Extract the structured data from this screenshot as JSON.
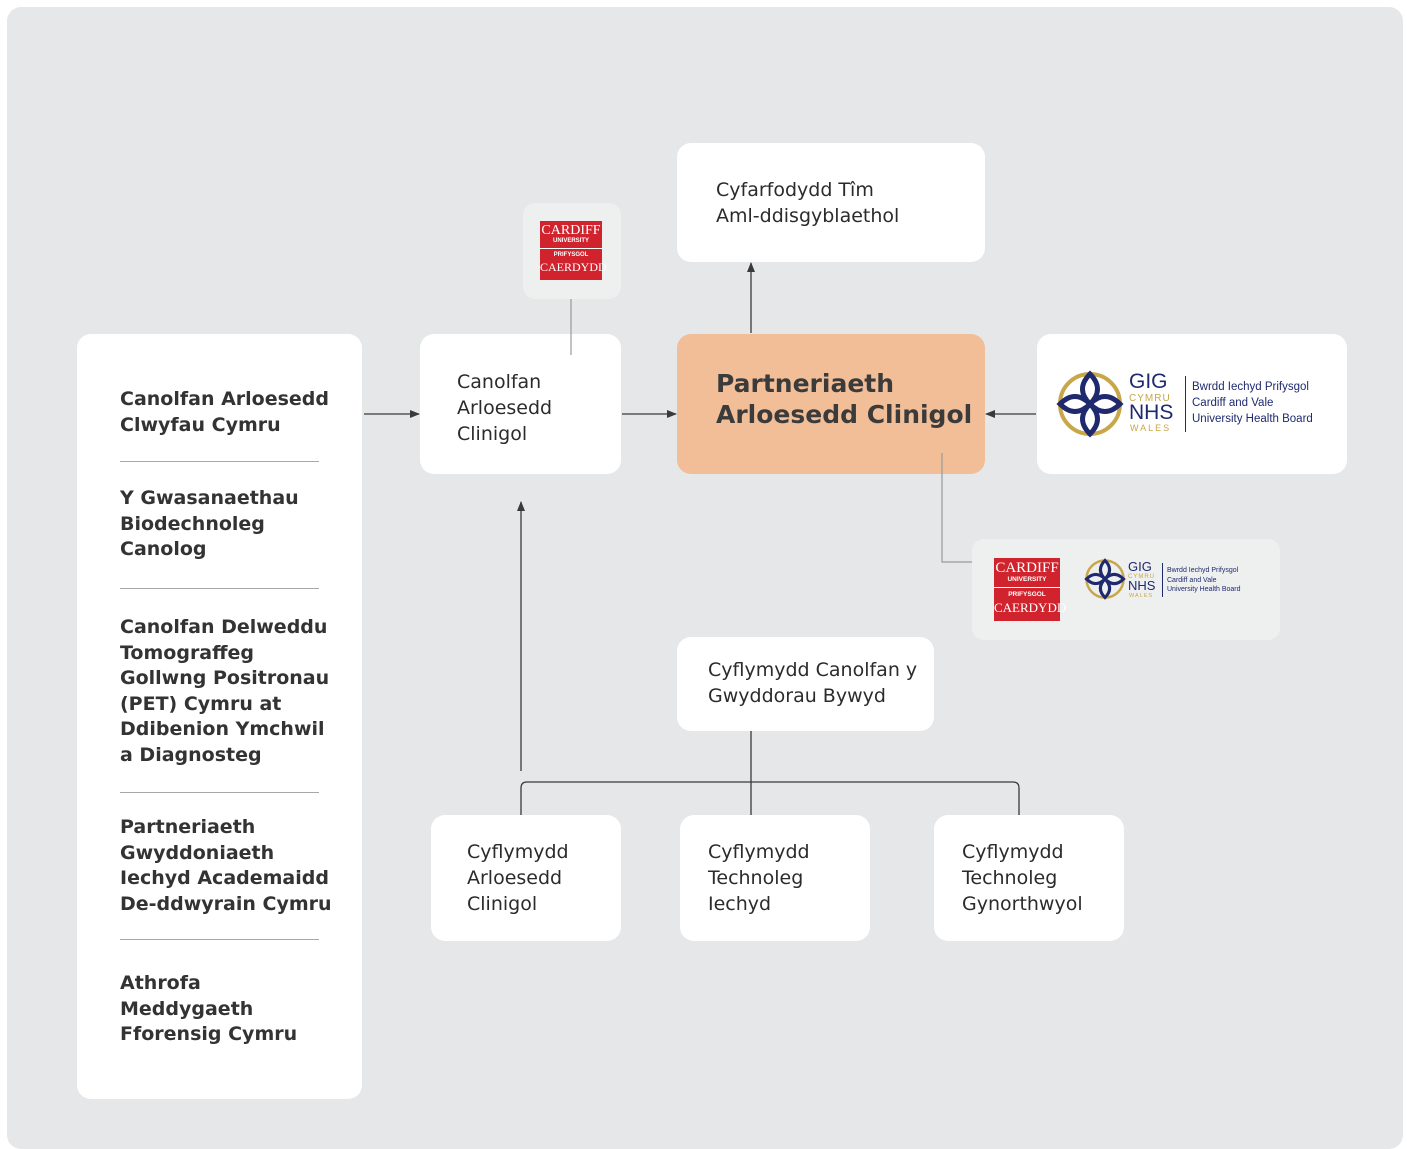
{
  "left_list": {
    "items": [
      "Canolfan Arloesedd\nClwyfau Cymru",
      "Y Gwasanaethau\nBiodechnoleg\nCanolog",
      "Canolfan Delweddu\nTomograffeg\nGollwng Positronau\n(PET) Cymru at\nDdibenion Ymchwil\na Diagnosteg",
      "Partneriaeth\nGwyddoniaeth\nIechyd Academaidd\nDe-ddwyrain Cymru",
      "Athrofa\nMeddygaeth\nFforensig Cymru"
    ]
  },
  "nodes": {
    "canolfan": "Canolfan\nArloesedd\nClinigol",
    "main": "Partneriaeth\nArloesedd Clinigol",
    "meeting": "Cyfarfodydd Tîm\nAml-ddisgyblaethol",
    "life_sciences": "Cyflymydd Canolfan y\nGwyddorau Bywyd",
    "acc1": "Cyflymydd\nArloesedd\nClinigol",
    "acc2": "Cyflymydd\nTechnoleg\nIechyd",
    "acc3": "Cyflymydd\nTechnoleg\nGynorthwyol"
  },
  "logos": {
    "cardiff": {
      "line1": "CARDIFF",
      "line2": "UNIVERSITY",
      "line3": "PRIFYSGOL",
      "line4": "CAERDYDD",
      "color": "#d1232d"
    },
    "nhs": {
      "gig": "GIG",
      "cymru": "CYMRU",
      "nhs": "NHS",
      "wales": "WALES",
      "board": "Bwrdd Iechyd Prifysgol\nCardiff and Vale\nUniversity Health Board",
      "navy": "#1f2a6e",
      "gold": "#c8a64a"
    }
  },
  "colors": {
    "background": "#e6e7e8",
    "main_box": "#f1be98",
    "box": "#ffffff"
  }
}
